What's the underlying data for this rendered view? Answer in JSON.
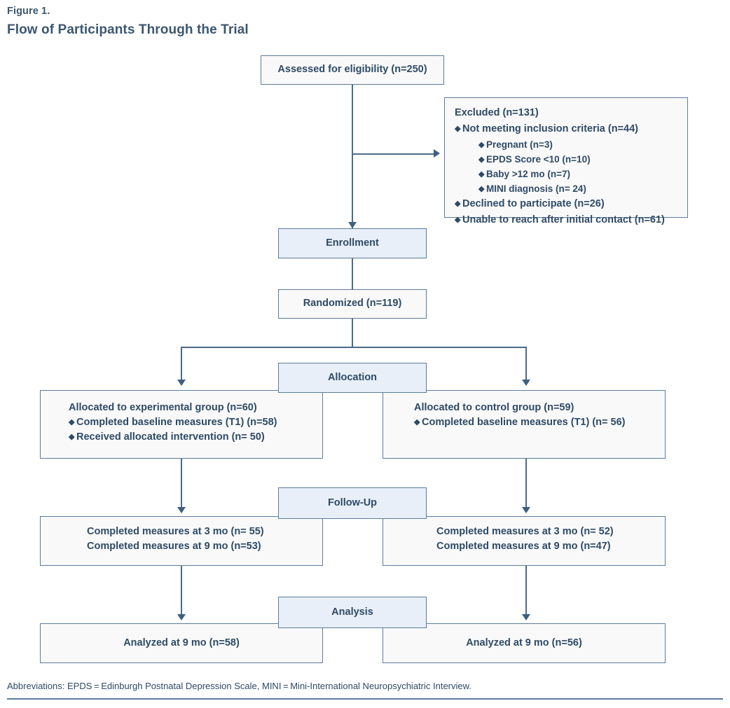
{
  "figure": {
    "label": "Figure 1.",
    "title": "Flow of Participants Through the Trial"
  },
  "colors": {
    "border": "#5b7c9d",
    "stage_fill": "#e8eff8",
    "box_fill": "#f9f9f9",
    "text": "#2e4a66",
    "connector": "#4a6b8a"
  },
  "nodes": {
    "assessed": "Assessed for eligibility (n=250)",
    "excluded": {
      "heading": "Excluded (n=131)",
      "items": [
        {
          "level": 1,
          "bullet": "◆",
          "text": "Not meeting inclusion criteria (n=44)"
        },
        {
          "level": 2,
          "bullet": "◆",
          "text": "Pregnant (n=3)"
        },
        {
          "level": 2,
          "bullet": "◆",
          "text": "EPDS Score <10 (n=10)"
        },
        {
          "level": 2,
          "bullet": "◆",
          "text": "Baby >12 mo (n=7)"
        },
        {
          "level": 2,
          "bullet": "◆",
          "text": "MINI diagnosis (n= 24)"
        },
        {
          "level": 1,
          "bullet": "◆",
          "text": "Declined to participate (n=26)"
        },
        {
          "level": 1,
          "bullet": "◆",
          "text": "Unable to reach after initial contact (n=61)"
        }
      ]
    },
    "stage_enrollment": "Enrollment",
    "randomized": "Randomized (n=119)",
    "stage_allocation": "Allocation",
    "alloc_experimental": {
      "heading": "Allocated to experimental group (n=60)",
      "items": [
        {
          "bullet": "◆",
          "text": "Completed baseline measures (T1) (n=58)"
        },
        {
          "bullet": "◆",
          "text": "Received allocated intervention (n= 50)"
        }
      ]
    },
    "alloc_control": {
      "heading": "Allocated to control group (n=59)",
      "items": [
        {
          "bullet": "◆",
          "text": "Completed baseline measures (T1) (n= 56)"
        }
      ]
    },
    "stage_followup": "Follow-Up",
    "followup_experimental": {
      "line1": "Completed measures at 3 mo (n= 55)",
      "line2": "Completed measures at 9 mo (n=53)"
    },
    "followup_control": {
      "line1": "Completed measures at 3 mo (n= 52)",
      "line2": "Completed measures at 9 mo (n=47)"
    },
    "stage_analysis": "Analysis",
    "analysis_experimental": "Analyzed at 9 mo (n=58)",
    "analysis_control": "Analyzed at 9 mo (n=56)"
  },
  "footer": {
    "abbreviations": "Abbreviations: EPDS = Edinburgh Postnatal Depression Scale, MINI = Mini-International Neuropsychiatric Interview."
  }
}
